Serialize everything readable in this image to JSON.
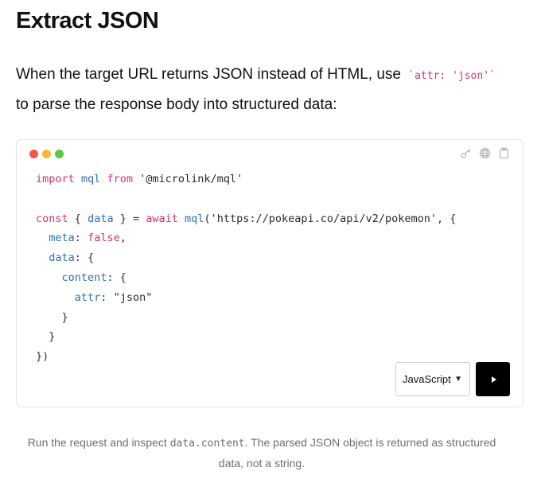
{
  "page": {
    "title": "Extract JSON"
  },
  "intro": {
    "text_before": "When the target URL returns JSON instead of HTML, use",
    "code": "`attr: 'json'`",
    "text_after": "to parse the response body into structured data:"
  },
  "code_card": {
    "window_dot_colors": [
      "#f2564e",
      "#f5b93a",
      "#5ac84a"
    ],
    "tool_icons": [
      "key-icon",
      "globe-icon",
      "clipboard-icon"
    ],
    "lines": {
      "l1_kw1": "import",
      "l1_id": "mql",
      "l1_kw2": "from",
      "l1_str": "'@microlink/mql'",
      "l3_kw1": "const",
      "l3_p1": "{",
      "l3_id1": "data",
      "l3_p2": "} =",
      "l3_kw2": "await",
      "l3_id2": "mql",
      "l3_p3": "(",
      "l3_str": "'https://pokeapi.co/api/v2/pokemon'",
      "l3_p4": ", {",
      "l4_id": "meta",
      "l4_p1": ":",
      "l4_kw": "false",
      "l4_p2": ",",
      "l5_id": "data",
      "l5_p": ": {",
      "l6_id": "content",
      "l6_p": ": {",
      "l7_id": "attr",
      "l7_p": ":",
      "l7_str": "\"json\"",
      "l8": "}",
      "l9": "}",
      "l10": "})"
    },
    "language_select": {
      "selected": "JavaScript"
    },
    "run_button_icon": "play-icon"
  },
  "caption": {
    "text_before": "Run the request and inspect",
    "code": "data.content",
    "text_after": ". The parsed JSON object is returned as structured data, not a string."
  },
  "colors": {
    "keyword": "#d6336c",
    "identifier": "#2f6fb0",
    "run_button": "#000000"
  }
}
